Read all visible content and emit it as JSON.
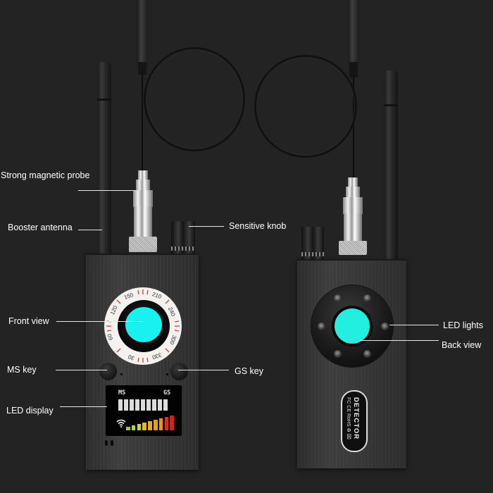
{
  "image_description": "Product feature diagram of an RF/camera detector device shown from front and back on a dark background",
  "colors": {
    "background": "#232323",
    "lens": "#19f0f0",
    "label_text": "#ffffff",
    "leader_lines": "#e6e6e6",
    "dial_ring": "#f4f1ee",
    "dial_ticks": "#d23a3a"
  },
  "front_view": {
    "labels": {
      "probe": "Strong magnetic probe",
      "antenna": "Booster antenna",
      "knob": "Sensitive knob",
      "lens": "Front view",
      "ms_key": "MS key",
      "gs_key": "GS key",
      "display": "LED display"
    },
    "dial_numbers": [
      "150",
      "210",
      "240",
      "300",
      "330",
      "30",
      "60",
      "120"
    ],
    "screen": {
      "left_label": "MS",
      "right_label": "GS",
      "segment_count": 9,
      "wifi_icon": "wifi-icon",
      "level_bars": [
        {
          "height": 5,
          "color": "#9ccc3a"
        },
        {
          "height": 7,
          "color": "#b5d33a"
        },
        {
          "height": 9,
          "color": "#c8d63a"
        },
        {
          "height": 11,
          "color": "#e7b72a"
        },
        {
          "height": 13,
          "color": "#e8a924"
        },
        {
          "height": 15,
          "color": "#e6a020"
        },
        {
          "height": 17,
          "color": "#e5941c"
        },
        {
          "height": 19,
          "color": "#e02a1e"
        },
        {
          "height": 21,
          "color": "#d81d1d"
        }
      ]
    }
  },
  "back_view": {
    "labels": {
      "leds": "LED lights",
      "lens": "Back view"
    },
    "led_count": 6,
    "badge": {
      "title": "DETECTOR",
      "marks": "FC CE RoHS ♻ ⌧"
    }
  }
}
